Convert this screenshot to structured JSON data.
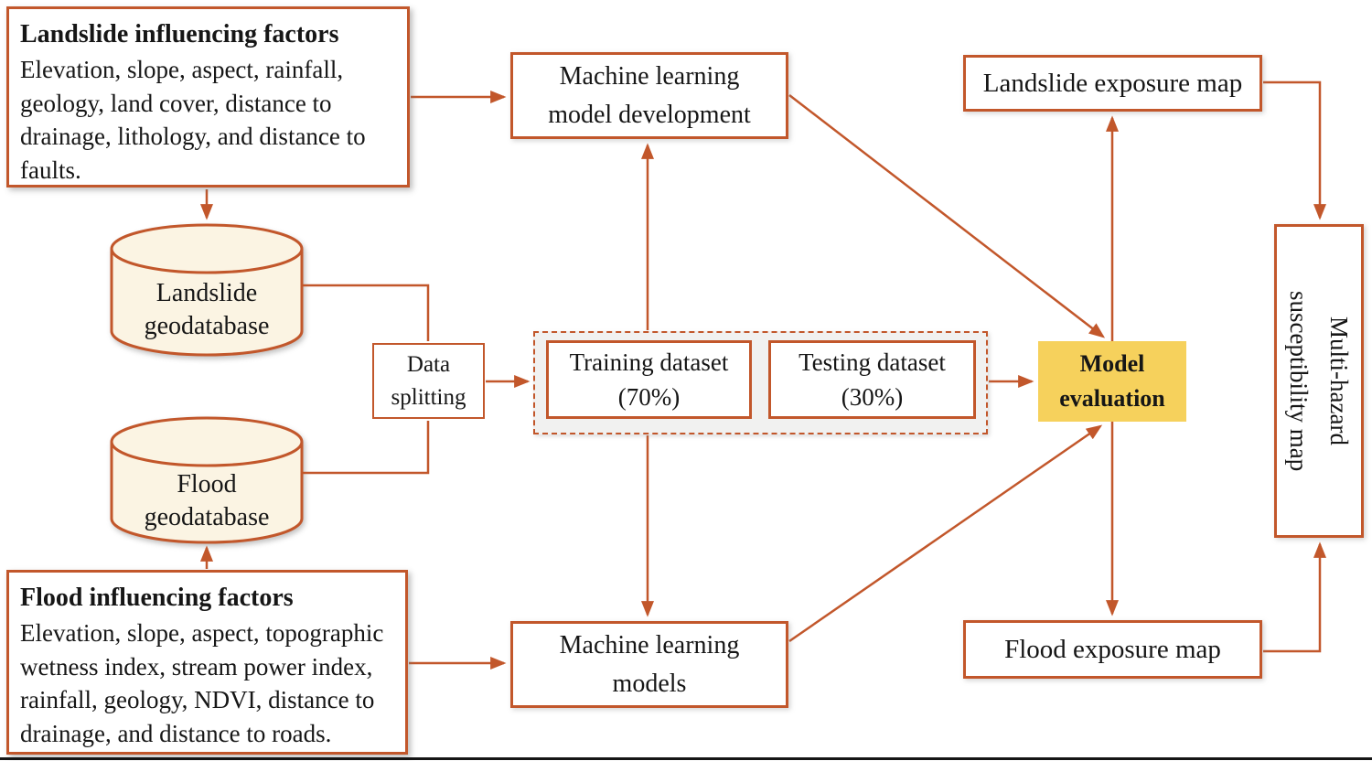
{
  "diagram": {
    "landslide_factors": {
      "title": "Landslide influencing factors",
      "body": "Elevation, slope, aspect, rainfall, geology, land cover, distance to drainage, lithology, and distance to faults."
    },
    "flood_factors": {
      "title": "Flood influencing factors",
      "body": "Elevation, slope, aspect, topographic wetness index, stream power index, rainfall, geology, NDVI, distance to drainage, and distance to roads."
    },
    "landslide_geodatabase": {
      "lines": [
        "Landslide",
        "geodatabase"
      ]
    },
    "flood_geodatabase": {
      "lines": [
        "Flood",
        "geodatabase"
      ]
    },
    "data_splitting": {
      "label": "Data splitting"
    },
    "training_dataset": {
      "lines": [
        "Training dataset",
        "(70%)"
      ]
    },
    "testing_dataset": {
      "lines": [
        "Testing dataset",
        "(30%)"
      ]
    },
    "ml_model_development": {
      "lines": [
        "Machine learning",
        "model development"
      ]
    },
    "ml_models": {
      "lines": [
        "Machine learning",
        "models"
      ]
    },
    "model_evaluation": {
      "lines": [
        "Model",
        "evaluation"
      ]
    },
    "landslide_exposure_map": {
      "label": "Landslide exposure map"
    },
    "flood_exposure_map": {
      "label": "Flood exposure map"
    },
    "multi_hazard_map": {
      "lines": [
        "Multi-hazard",
        "susceptibility map"
      ]
    },
    "colors": {
      "accent_orange": "#c2572b",
      "highlight_yellow": "#f6d15c",
      "cylinder_cream": "#fbf4e3",
      "dashed_panel_gray": "#f1f1f0",
      "text_black": "#161616"
    }
  }
}
